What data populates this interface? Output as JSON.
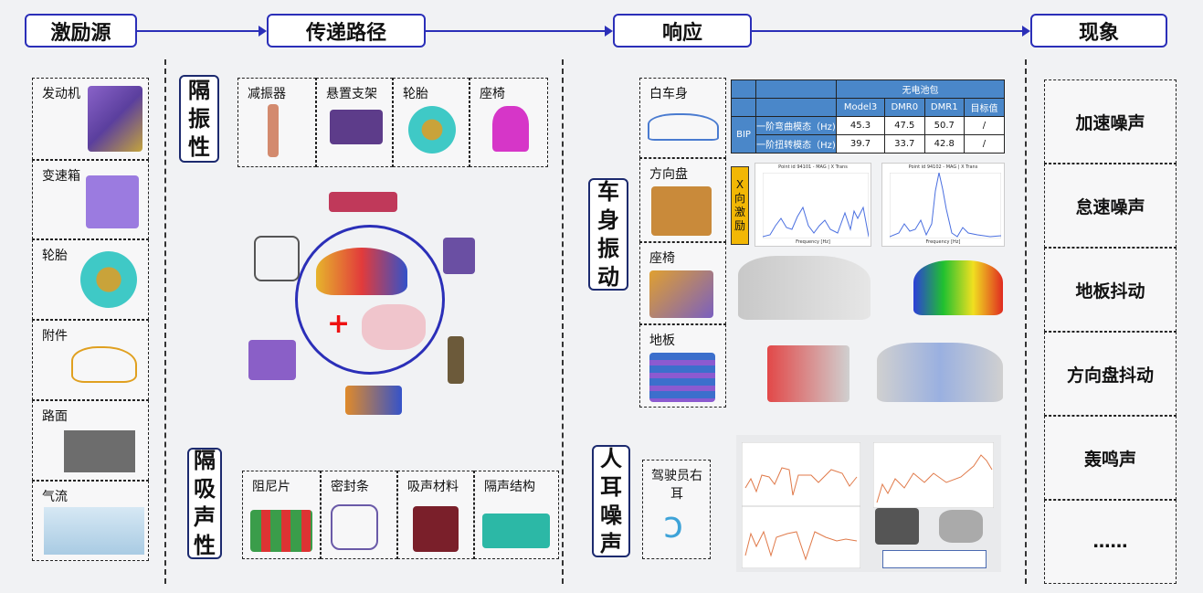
{
  "header": {
    "source": "激励源",
    "path": "传递路径",
    "response": "响应",
    "phenomenon": "现象"
  },
  "sources": [
    "发动机",
    "变速箱",
    "轮胎",
    "附件",
    "路面",
    "气流"
  ],
  "isolation": {
    "title": [
      "隔",
      "振",
      "性"
    ],
    "items": [
      "减振器",
      "悬置支架",
      "轮胎",
      "座椅"
    ]
  },
  "absorption": {
    "title": [
      "隔",
      "吸",
      "声",
      "性"
    ],
    "items": [
      "阻尼片",
      "密封条",
      "吸声材料",
      "隔声结构"
    ]
  },
  "body_vibration": {
    "title": [
      "车",
      "身",
      "振",
      "动"
    ],
    "items": [
      "白车身",
      "方向盘",
      "座椅",
      "地板"
    ]
  },
  "ear_noise": {
    "title": [
      "人",
      "耳",
      "噪",
      "声"
    ],
    "item": "驾驶员右耳"
  },
  "table": {
    "group": "无电池包",
    "columns": [
      "Model3",
      "DMR0",
      "DMR1",
      "目标值"
    ],
    "row_group": "BIP",
    "rows": [
      {
        "label": "一阶弯曲模态（Hz)",
        "values": [
          "45.3",
          "47.5",
          "50.7",
          "/"
        ]
      },
      {
        "label": "一阶扭转模态（Hz)",
        "values": [
          "39.7",
          "33.7",
          "42.8",
          "/"
        ]
      }
    ]
  },
  "excitation_label": [
    "X",
    "向",
    "激",
    "励"
  ],
  "charts": [
    {
      "title": "Point id 94101 - MAG | X Trans",
      "xlabel": "Frequency [Hz]"
    },
    {
      "title": "Point id 94102 - MAG | X Trans",
      "xlabel": "Frequency [Hz]"
    }
  ],
  "phenomena": [
    "加速噪声",
    "怠速噪声",
    "地板抖动",
    "方向盘抖动",
    "轰鸣声",
    "……"
  ]
}
